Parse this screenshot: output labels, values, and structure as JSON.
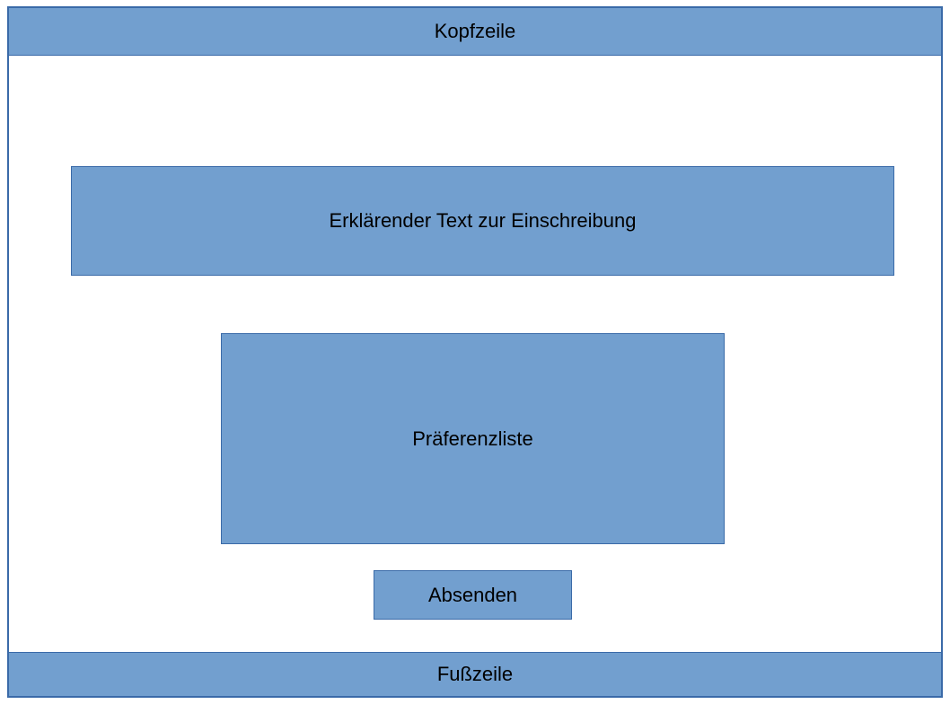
{
  "colors": {
    "block_fill": "#729fcf",
    "block_border": "#3a6aa8",
    "background": "#ffffff"
  },
  "header": {
    "label": "Kopfzeile"
  },
  "explanation": {
    "label": "Erklärender Text zur Einschreibung"
  },
  "preference_list": {
    "label": "Präferenzliste"
  },
  "submit": {
    "label": "Absenden"
  },
  "footer": {
    "label": "Fußzeile"
  }
}
